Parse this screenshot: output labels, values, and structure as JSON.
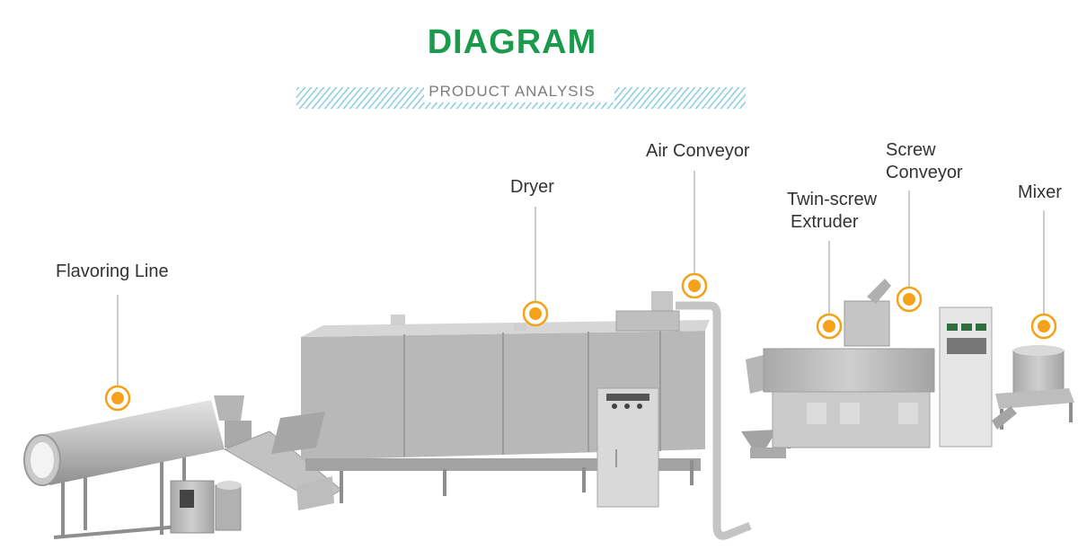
{
  "header": {
    "title": "DIAGRAM",
    "subtitle": "PRODUCT ANALYSIS"
  },
  "colors": {
    "title": "#1a9a4a",
    "subtitle_stripe": "#7ec6e0",
    "marker": "#f5a21b",
    "leader_line": "#9a9a9a",
    "machine": "#b9b9b9"
  },
  "labels": {
    "flavoring_line": "Flavoring Line",
    "dryer": "Dryer",
    "air_conveyor": "Air Conveyor",
    "twin_screw_line1": "Twin-screw",
    "twin_screw_line2": "Extruder",
    "screw_conveyor_line1": "Screw",
    "screw_conveyor_line2": "Conveyor",
    "mixer": "Mixer"
  }
}
